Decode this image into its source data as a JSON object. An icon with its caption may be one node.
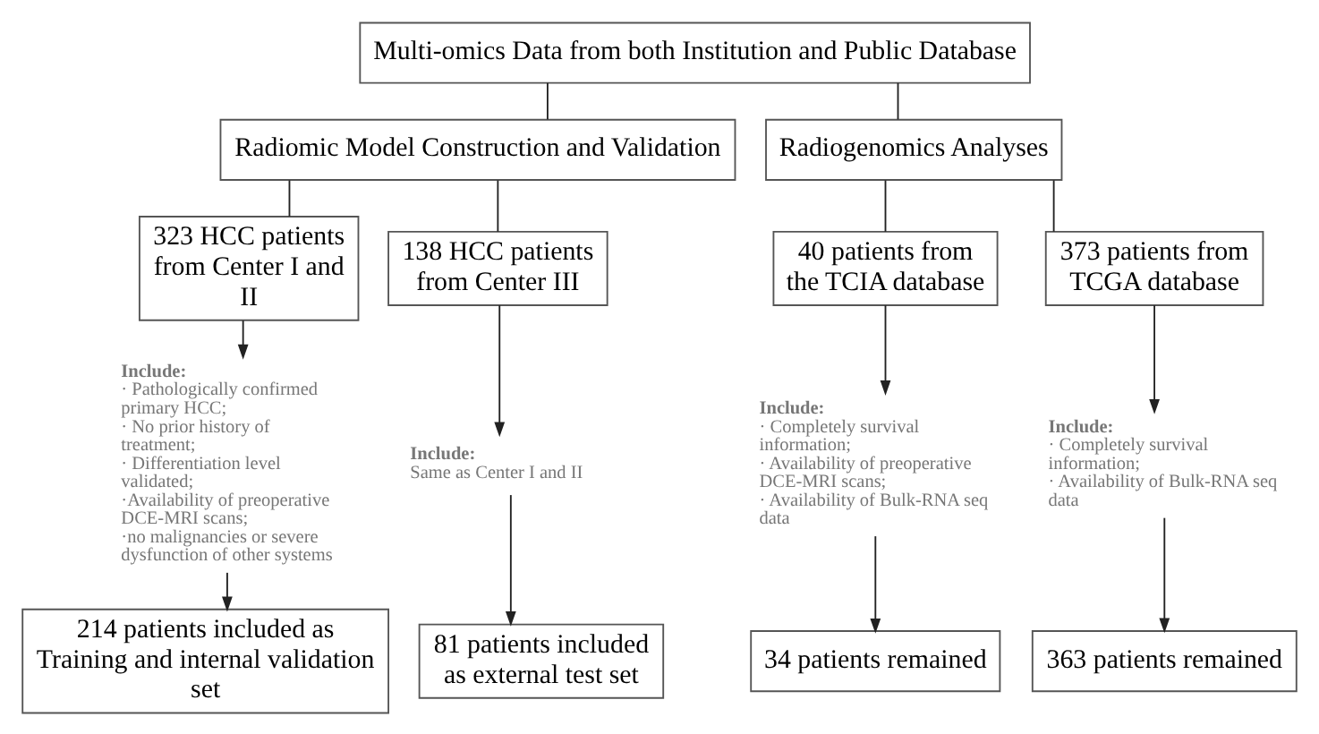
{
  "diagram": {
    "nodes": [
      {
        "text": [
          "Multi-omics Data from both Institution and Public Database"
        ]
      },
      {
        "text": [
          "Radiomic Model Construction and Validation"
        ]
      },
      {
        "text": [
          "Radiogenomics Analyses"
        ]
      },
      {
        "text": [
          "323 HCC patients from Center I and II"
        ]
      },
      {
        "text": [
          "138 HCC patients from Center III"
        ]
      },
      {
        "text": [
          "40 patients from the TCIA database"
        ]
      },
      {
        "text": [
          "373 patients from TCGA database"
        ]
      },
      {
        "text": [
          "Include:",
          "· Pathologically confirmed primary HCC;",
          "· No prior history of treatment;",
          "· Differentiation level validated;",
          "·Availability of preoperative DCE-MRI scans;",
          "·no malignancies or severe dysfunction of other systems"
        ]
      },
      {
        "text": [
          "214 patients included as Training and internal validation set"
        ]
      },
      {
        "text": [
          "Include:",
          "Same as Center I and II"
        ]
      },
      {
        "text": [
          "81 patients included as external test set"
        ]
      },
      {
        "text": [
          "Include:",
          "· Completely survival information;",
          "· Availability of preoperative DCE-MRI scans;",
          "· Availability of Bulk-RNA seq data"
        ]
      },
      {
        "text": [
          "34 patients remained"
        ]
      },
      {
        "text": [
          "Include:",
          "· Completely survival information;",
          "· Availability of Bulk-RNA seq data"
        ]
      },
      {
        "text": [
          "363 patients remained"
        ]
      }
    ],
    "edges": [
      {
        "from": 0,
        "to": 1,
        "arrow": "none"
      },
      {
        "from": 0,
        "to": 2,
        "arrow": "none"
      },
      {
        "from": 1,
        "to": 3,
        "arrow": "none"
      },
      {
        "from": 1,
        "to": 4,
        "arrow": "none"
      },
      {
        "from": 2,
        "to": 5,
        "arrow": "none"
      },
      {
        "from": 2,
        "to": 6,
        "arrow": "none"
      },
      {
        "from": 3,
        "to": 7,
        "arrow": "to"
      },
      {
        "from": 7,
        "to": 8,
        "arrow": "to"
      },
      {
        "from": 4,
        "to": 9,
        "arrow": "to"
      },
      {
        "from": 9,
        "to": 10,
        "arrow": "to"
      },
      {
        "from": 5,
        "to": 11,
        "arrow": "to"
      },
      {
        "from": 11,
        "to": 12,
        "arrow": "to"
      },
      {
        "from": 6,
        "to": 13,
        "arrow": "to"
      },
      {
        "from": 13,
        "to": 14,
        "arrow": "to"
      }
    ]
  }
}
